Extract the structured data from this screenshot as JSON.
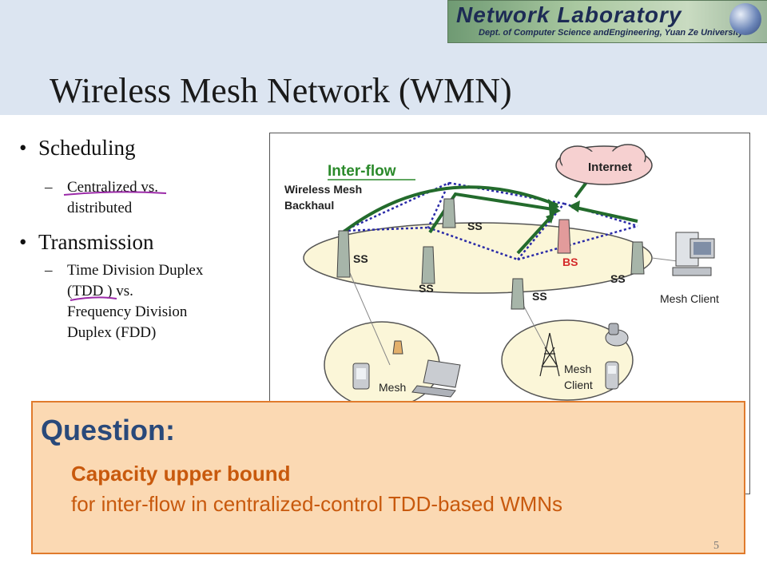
{
  "logo": {
    "title": "Network Laboratory",
    "subtitle": "Dept. of Computer Science andEngineering, Yuan Ze University"
  },
  "slide": {
    "title": "Wireless Mesh Network (WMN)",
    "page_number": "5"
  },
  "bullets": [
    {
      "text": "Scheduling",
      "sub": [
        "Centralized vs.",
        "distributed"
      ]
    },
    {
      "text": "Transmission",
      "sub": [
        "Time Division Duplex",
        "(TDD ) vs.",
        "Frequency Division",
        "Duplex (FDD)"
      ]
    }
  ],
  "diagram": {
    "inter_flow_label": "Inter-flow",
    "backhaul_label_1": "Wireless Mesh",
    "backhaul_label_2": "Backhaul",
    "internet_label": "Internet",
    "ss_label": "SS",
    "bs_label": "BS",
    "mesh_client_label": "Mesh Client",
    "mesh_word": "Mesh",
    "client_word": "Client",
    "colors": {
      "flow_arrow": "#236b2c",
      "backhaul_link": "#2a2aa8",
      "inter_flow_text": "#2b8a2b",
      "bs_text": "#d42a2a",
      "ellipse_fill": "#fbf6d8"
    }
  },
  "question": {
    "title": "Question:",
    "line1": "Capacity upper bound",
    "line2": "for inter-flow in centralized-control TDD-based WMNs",
    "colors": {
      "title": "#29497a",
      "body": "#c8590d",
      "fill": "#fbd9b3",
      "border": "#e07b2c"
    }
  }
}
